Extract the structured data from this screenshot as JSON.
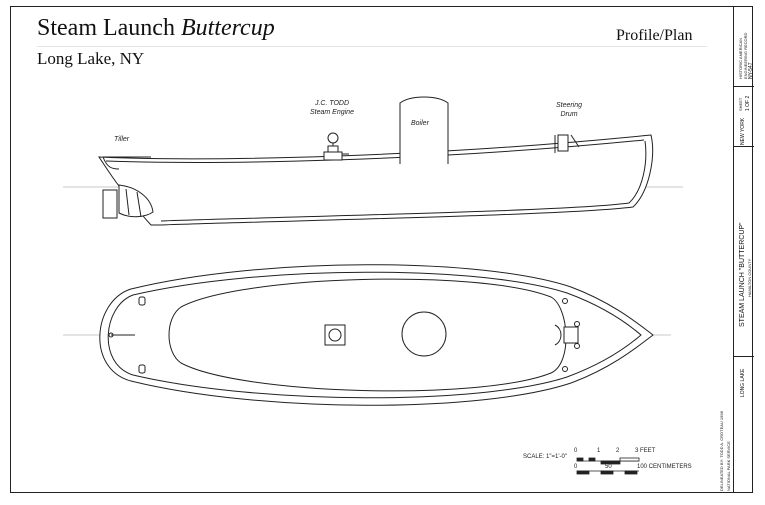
{
  "title": {
    "main": "Steam Launch ",
    "italic": "Buttercup"
  },
  "subtitle": "Long Lake, NY",
  "view_name": "Profile/Plan",
  "labels": {
    "tiller": "Tiller",
    "engine_line1": "J.C. TODD",
    "engine_line2": "Steam Engine",
    "boiler": "Boiler",
    "steering_line1": "Steering",
    "steering_line2": "Drum"
  },
  "scale": {
    "label": "SCALE: 1\"=1'-0\"",
    "feet_ticks": [
      "0",
      "1",
      "2",
      "3 FEET"
    ],
    "cm_ticks": [
      "0",
      "50",
      "100 CENTIMETERS"
    ]
  },
  "title_block": {
    "survey_line1": "HISTORIC AMERICAN",
    "survey_line2": "ENGINEERING RECORD",
    "record_no": "NY-547",
    "sheet_label": "SHEET",
    "sheet_no": "1 OF 2",
    "state": "NEW YORK",
    "drawing_title": "STEAM LAUNCH \"BUTTERCUP\"",
    "county": "HAMILTON COUNTY",
    "town": "LONG LAKE",
    "delineated": "DELINEATED BY: TODD A. CROTEAU 1998",
    "agency": "NATIONAL PARK SERVICE"
  }
}
